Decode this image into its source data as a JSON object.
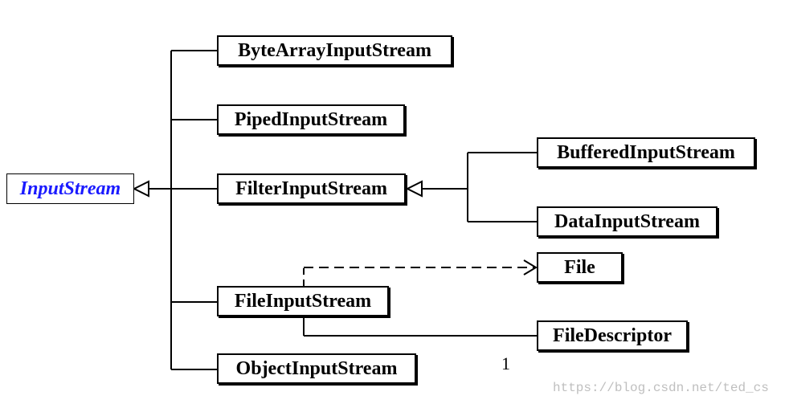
{
  "diagram": {
    "root": {
      "label": "InputStream",
      "color": "#1a1aff"
    },
    "subclasses": [
      {
        "key": "bytearray",
        "label": "ByteArrayInputStream"
      },
      {
        "key": "piped",
        "label": "PipedInputStream"
      },
      {
        "key": "filter",
        "label": "FilterInputStream"
      },
      {
        "key": "file",
        "label": "FileInputStream"
      },
      {
        "key": "object",
        "label": "ObjectInputStream"
      }
    ],
    "filter_subclasses": [
      {
        "key": "buffered",
        "label": "BufferedInputStream"
      },
      {
        "key": "data",
        "label": "DataInputStream"
      }
    ],
    "file_dependency": {
      "label": "File"
    },
    "file_association": {
      "label": "FileDescriptor"
    },
    "page_number": "1",
    "watermark": "https://blog.csdn.net/ted_cs"
  }
}
